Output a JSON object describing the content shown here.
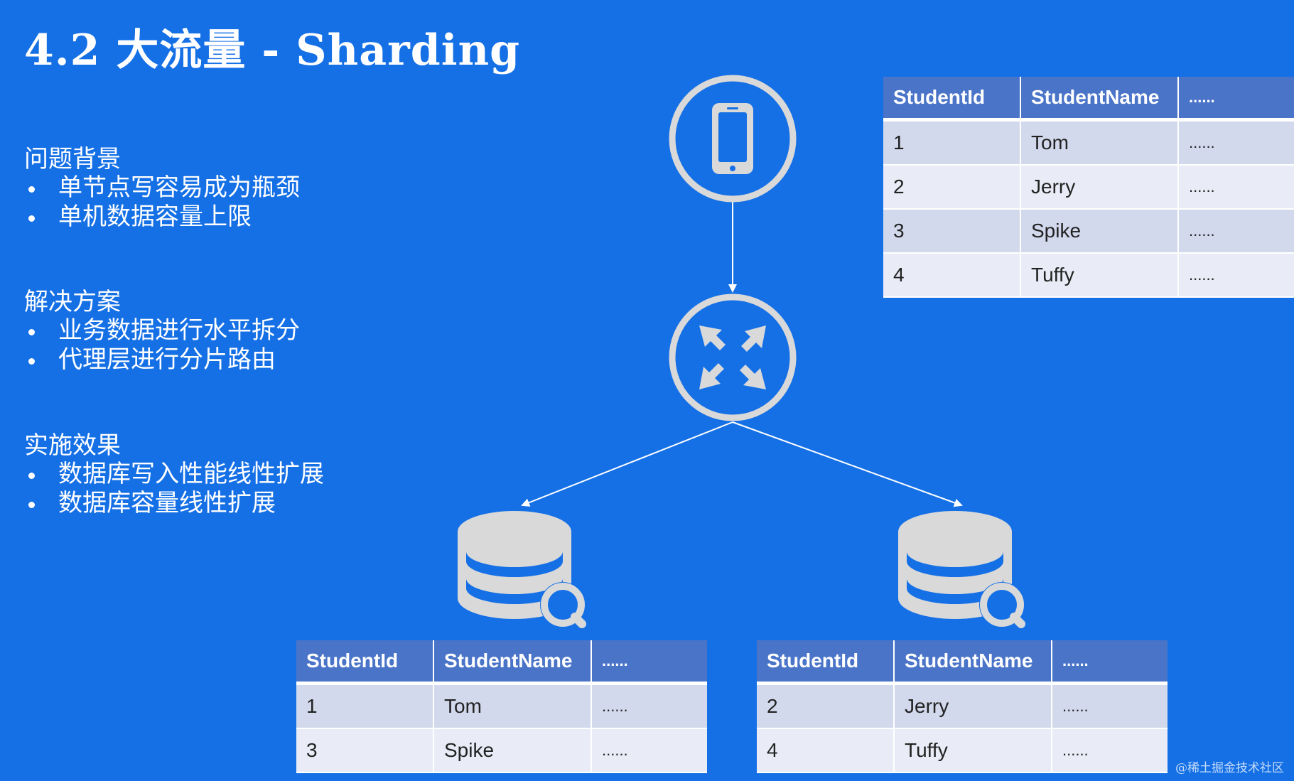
{
  "title": {
    "prefix": "4.2",
    "cn": "大流量",
    "dash": "-",
    "en": "Sharding"
  },
  "sections": [
    {
      "heading": "问题背景",
      "items": [
        "单节点写容易成为瓶颈",
        "单机数据容量上限"
      ]
    },
    {
      "heading": "解决方案",
      "items": [
        "业务数据进行水平拆分",
        "代理层进行分片路由"
      ]
    },
    {
      "heading": "实施效果",
      "items": [
        "数据库写入性能线性扩展",
        "数据库容量线性扩展"
      ]
    }
  ],
  "diagram": {
    "nodes": [
      "phone-icon",
      "router-icon",
      "database-search-icon",
      "database-search-icon"
    ],
    "colors": {
      "background": "#1570e6",
      "icon": "#d9d9d9",
      "header": "#4a74c8"
    }
  },
  "tables": {
    "headers": [
      "StudentId",
      "StudentName",
      "......"
    ],
    "full": [
      [
        "1",
        "Tom",
        "......"
      ],
      [
        "2",
        "Jerry",
        "......"
      ],
      [
        "3",
        "Spike",
        "......"
      ],
      [
        "4",
        "Tuffy",
        "......"
      ]
    ],
    "shard1": [
      [
        "1",
        "Tom",
        "......"
      ],
      [
        "3",
        "Spike",
        "......"
      ]
    ],
    "shard2": [
      [
        "2",
        "Jerry",
        "......"
      ],
      [
        "4",
        "Tuffy",
        "......"
      ]
    ]
  },
  "watermark": "@稀土掘金技术社区"
}
